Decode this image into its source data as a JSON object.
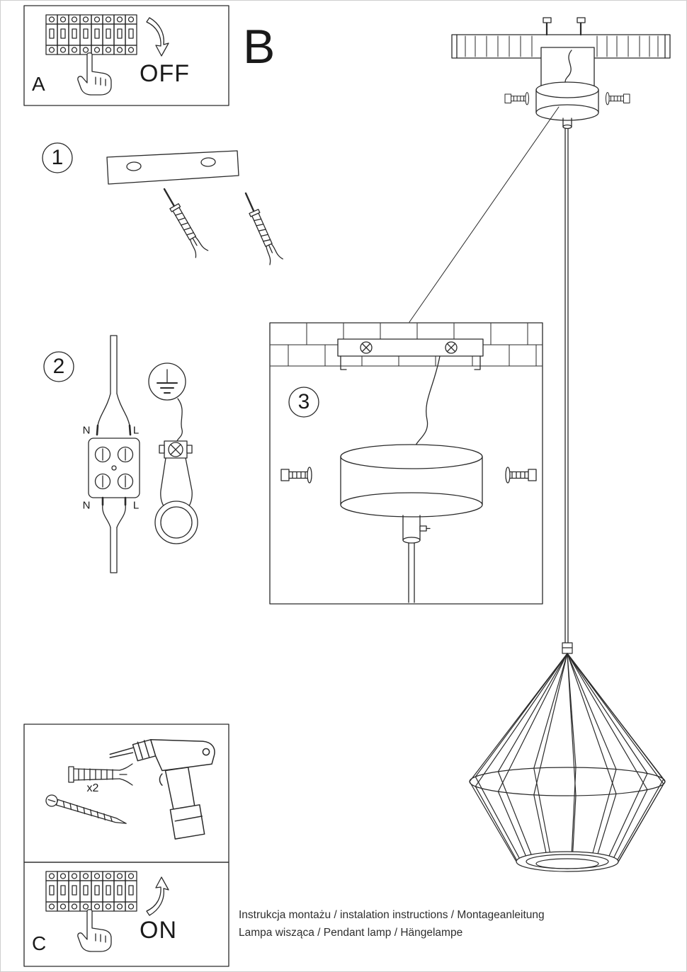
{
  "labels": {
    "panel_a": "A",
    "panel_b": "B",
    "panel_c": "C",
    "power_off": "OFF",
    "power_on": "ON",
    "step_1": "1",
    "step_2": "2",
    "step_3": "3",
    "anchor_quantity": "x2"
  },
  "wiring": {
    "neutral_top": "N",
    "live_top": "L",
    "neutral_bottom": "N",
    "live_bottom": "L"
  },
  "footer": {
    "line1": "Instrukcja montażu / instalation instructions / Montageanleitung",
    "line2": "Lampa wisząca / Pendant lamp / Hängelampe"
  },
  "colors": {
    "line": "#2a2a2a",
    "paper": "#ffffff"
  },
  "illustrations": [
    "circuit-breaker-panel",
    "pointing-hand",
    "curved-arrow",
    "mounting-bracket",
    "wall-anchor",
    "terminal-connector",
    "earth-ground-symbol",
    "cord-grip",
    "brick-wall",
    "ceiling-canopy",
    "side-screw",
    "wooden-beam",
    "pendant-wire",
    "diamond-cage-lampshade",
    "wall-plug",
    "wood-screw",
    "cordless-drill"
  ]
}
